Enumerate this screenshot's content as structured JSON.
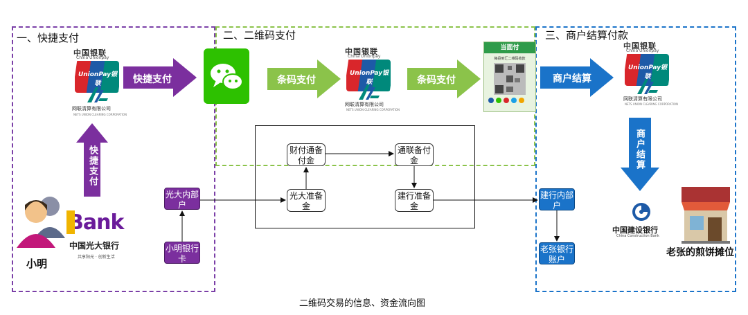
{
  "sections": {
    "s1_title": "一、快捷支付",
    "s2_title": "二、二维码支付",
    "s3_title": "三、商户结算付款"
  },
  "arrows": {
    "quick_pay_h": "快捷支付",
    "quick_pay_v": "快捷支付",
    "barcode_pay_1": "条码支付",
    "barcode_pay_2": "条码支付",
    "merchant_settle_h": "商户结算",
    "merchant_settle_v": "商户结算"
  },
  "logos": {
    "cup_head": "中国银联",
    "cup_sub": "China Unionpay",
    "cup_text": "UnionPay银联",
    "nucc_name": "网联清算有限公司",
    "nucc_sub": "NETS UNION CLEARING CORPORATION",
    "qr_header": "当面付",
    "qr_caption": "梅县到汇二维码收款",
    "ceb_bank": "Bank",
    "ceb_name": "中国光大银行",
    "ceb_slogan": "共享阳光 · 创新生活",
    "ccb_name": "中国建设银行",
    "ccb_en": "China Construction Bank"
  },
  "nodes": {
    "ceb_inner": "光大内部户",
    "xiaoming_card": "小明银行卡",
    "tenpay_reserve": "财付通备付金",
    "unionpay_reserve": "通联备付金",
    "ceb_reserve": "光大准备金",
    "ccb_reserve": "建行准备金",
    "ccb_inner": "建行内部户",
    "laozhang_account": "老张银行账户"
  },
  "people": {
    "xiaoming": "小明",
    "stall": "老张的煎饼摊位"
  },
  "caption": "二维码交易的信息、资金流向图",
  "colors": {
    "purple": "#7b2f9e",
    "green": "#8bc34a",
    "blue": "#1a73c9",
    "wechat": "#2dc100"
  }
}
